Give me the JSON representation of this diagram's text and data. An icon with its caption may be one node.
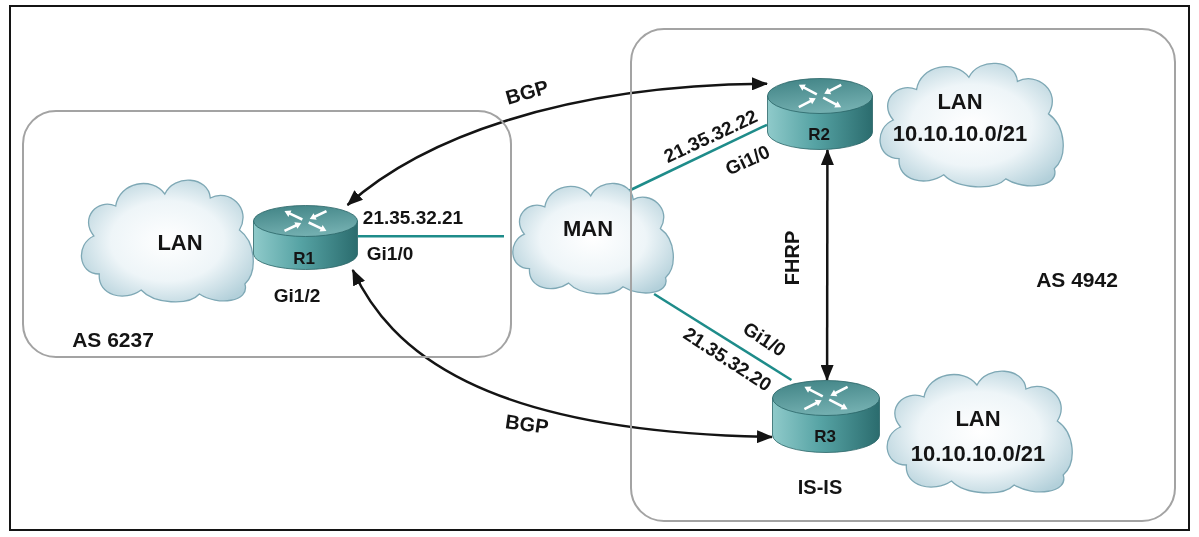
{
  "diagram": {
    "nodes": [
      {
        "text": [
          "AS 6237"
        ]
      },
      {
        "text": [
          "LAN"
        ],
        "in": 0
      },
      {
        "text": [
          "R1"
        ],
        "in": 0,
        "beside": [
          "21.35.32.21",
          "Gi1/0",
          "Gi1/2"
        ]
      },
      {
        "text": [
          "MAN"
        ]
      },
      {
        "text": [
          "AS 4942"
        ]
      },
      {
        "text": [
          "R2"
        ],
        "in": 4,
        "beside": [
          "21.35.32.22",
          "Gi1/0"
        ]
      },
      {
        "text": [
          "LAN",
          "10.10.10.0/21"
        ],
        "in": 4
      },
      {
        "text": [
          "R3"
        ],
        "in": 4,
        "beside": [
          "Gi1/0",
          "21.35.32.20"
        ]
      },
      {
        "text": [
          "LAN",
          "10.10.10.0/21"
        ],
        "in": 4
      }
    ],
    "edges": [
      {
        "from": 2,
        "to": 3,
        "arrow": "none",
        "color": "#1e8c8a"
      },
      {
        "from": 3,
        "to": 5,
        "arrow": "none",
        "color": "#1e8c8a"
      },
      {
        "from": 3,
        "to": 7,
        "arrow": "none",
        "color": "#1e8c8a"
      },
      {
        "from": 2,
        "to": 5,
        "arrow": "both",
        "label": "BGP",
        "color": "#141414"
      },
      {
        "from": 2,
        "to": 7,
        "arrow": "both",
        "label": "BGP",
        "color": "#141414"
      },
      {
        "from": 5,
        "to": 7,
        "arrow": "both",
        "label": "FHRP",
        "color": "#141414"
      }
    ],
    "labels": [
      "IS-IS"
    ]
  }
}
